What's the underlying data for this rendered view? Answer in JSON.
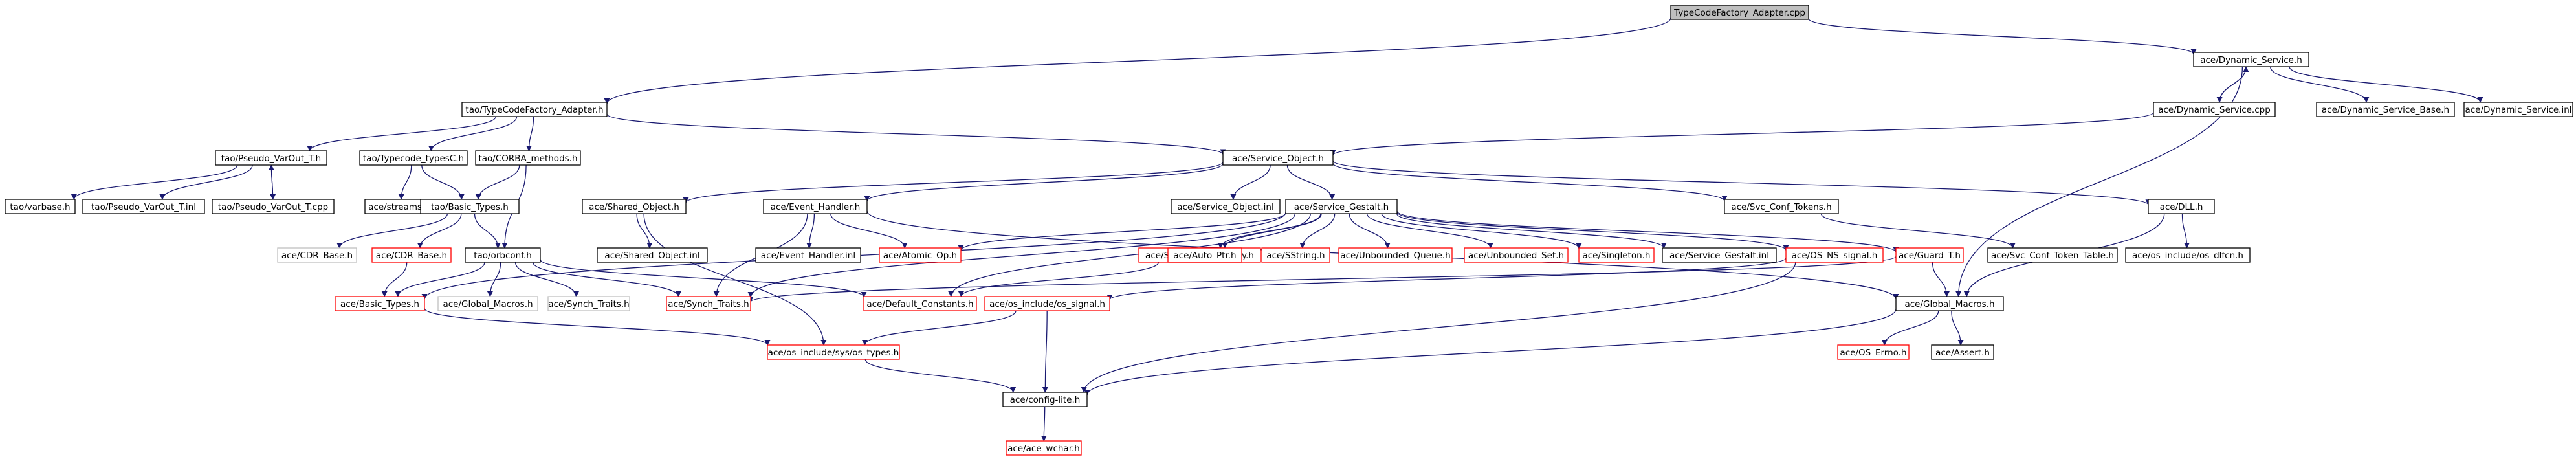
{
  "colors": {
    "edge": "#191970",
    "root_fill": "#bfbfbf",
    "normal_border": "#000000",
    "truncated_border": "#ff0000",
    "leaf_border": "#bfbfbf",
    "box_fill": "#ffffff",
    "text": "#000000"
  },
  "nodes": [
    {
      "id": "n0",
      "label": "TypeCodeFactory_Adapter.cpp",
      "style": "root"
    },
    {
      "id": "n1",
      "label": "tao/TypeCodeFactory_Adapter.h",
      "style": "normal"
    },
    {
      "id": "n2",
      "label": "ace/Dynamic_Service.h",
      "style": "normal"
    },
    {
      "id": "n3",
      "label": "tao/Pseudo_VarOut_T.h",
      "style": "normal"
    },
    {
      "id": "n4",
      "label": "tao/Typecode_typesC.h",
      "style": "normal"
    },
    {
      "id": "n5",
      "label": "tao/CORBA_methods.h",
      "style": "normal"
    },
    {
      "id": "n6",
      "label": "ace/Service_Object.h",
      "style": "normal"
    },
    {
      "id": "n7",
      "label": "ace/Dynamic_Service.cpp",
      "style": "normal"
    },
    {
      "id": "n8",
      "label": "ace/Dynamic_Service_Base.h",
      "style": "normal"
    },
    {
      "id": "n9",
      "label": "ace/Dynamic_Service.inl",
      "style": "normal"
    },
    {
      "id": "n10",
      "label": "tao/varbase.h",
      "style": "normal"
    },
    {
      "id": "n11",
      "label": "tao/Pseudo_VarOut_T.inl",
      "style": "normal"
    },
    {
      "id": "n12",
      "label": "tao/Pseudo_VarOut_T.cpp",
      "style": "normal"
    },
    {
      "id": "n13",
      "label": "ace/streams.h",
      "style": "normal"
    },
    {
      "id": "n14",
      "label": "tao/Basic_Types.h",
      "style": "normal"
    },
    {
      "id": "n15",
      "label": "tao/orbconf.h",
      "style": "normal"
    },
    {
      "id": "n16",
      "label": "ace/Shared_Object.h",
      "style": "normal"
    },
    {
      "id": "n17",
      "label": "ace/Event_Handler.h",
      "style": "normal"
    },
    {
      "id": "n18",
      "label": "ace/Service_Object.inl",
      "style": "normal"
    },
    {
      "id": "n19",
      "label": "ace/Service_Gestalt.h",
      "style": "normal"
    },
    {
      "id": "n20",
      "label": "ace/Svc_Conf_Tokens.h",
      "style": "normal"
    },
    {
      "id": "n21",
      "label": "ace/DLL.h",
      "style": "normal"
    },
    {
      "id": "n22",
      "label": "ace/CDR_Base.h",
      "style": "leaf"
    },
    {
      "id": "n23",
      "label": "ace/CDR_Base.h",
      "style": "truncated"
    },
    {
      "id": "n24",
      "label": "ace/Shared_Object.inl",
      "style": "normal"
    },
    {
      "id": "n25",
      "label": "ace/Event_Handler.inl",
      "style": "normal"
    },
    {
      "id": "n26",
      "label": "ace/Atomic_Op.h",
      "style": "truncated"
    },
    {
      "id": "n27",
      "label": "ace/Service_Repository.h",
      "style": "truncated"
    },
    {
      "id": "n28",
      "label": "ace/Auto_Ptr.h",
      "style": "truncated"
    },
    {
      "id": "n29",
      "label": "ace/SString.h",
      "style": "truncated"
    },
    {
      "id": "n30",
      "label": "ace/Unbounded_Queue.h",
      "style": "truncated"
    },
    {
      "id": "n31",
      "label": "ace/Unbounded_Set.h",
      "style": "truncated"
    },
    {
      "id": "n32",
      "label": "ace/Singleton.h",
      "style": "truncated"
    },
    {
      "id": "n33",
      "label": "ace/Service_Gestalt.inl",
      "style": "normal"
    },
    {
      "id": "n34",
      "label": "ace/OS_NS_signal.h",
      "style": "truncated"
    },
    {
      "id": "n35",
      "label": "ace/Guard_T.h",
      "style": "truncated"
    },
    {
      "id": "n36",
      "label": "ace/Svc_Conf_Token_Table.h",
      "style": "normal"
    },
    {
      "id": "n37",
      "label": "ace/os_include/os_dlfcn.h",
      "style": "normal"
    },
    {
      "id": "n38",
      "label": "ace/Basic_Types.h",
      "style": "truncated"
    },
    {
      "id": "n39",
      "label": "ace/Global_Macros.h",
      "style": "leaf"
    },
    {
      "id": "n40",
      "label": "ace/Synch_Traits.h",
      "style": "leaf"
    },
    {
      "id": "n41",
      "label": "ace/Synch_Traits.h",
      "style": "truncated"
    },
    {
      "id": "n42",
      "label": "ace/Default_Constants.h",
      "style": "truncated"
    },
    {
      "id": "n43",
      "label": "ace/os_include/os_signal.h",
      "style": "truncated"
    },
    {
      "id": "n44",
      "label": "ace/Global_Macros.h",
      "style": "normal"
    },
    {
      "id": "n45",
      "label": "ace/os_include/sys/os_types.h",
      "style": "truncated"
    },
    {
      "id": "n46",
      "label": "ace/OS_Errno.h",
      "style": "truncated"
    },
    {
      "id": "n47",
      "label": "ace/Assert.h",
      "style": "normal"
    },
    {
      "id": "n48",
      "label": "ace/config-lite.h",
      "style": "normal"
    },
    {
      "id": "n49",
      "label": "ace/ace_wchar.h",
      "style": "truncated"
    }
  ],
  "edges": [
    {
      "from": "n0",
      "to": "n1"
    },
    {
      "from": "n0",
      "to": "n2"
    },
    {
      "from": "n1",
      "to": "n3"
    },
    {
      "from": "n1",
      "to": "n4"
    },
    {
      "from": "n1",
      "to": "n5"
    },
    {
      "from": "n1",
      "to": "n6"
    },
    {
      "from": "n2",
      "to": "n7"
    },
    {
      "from": "n2",
      "to": "n8"
    },
    {
      "from": "n2",
      "to": "n9"
    },
    {
      "from": "n2",
      "to": "n44"
    },
    {
      "from": "n7",
      "to": "n2"
    },
    {
      "from": "n7",
      "to": "n6"
    },
    {
      "from": "n3",
      "to": "n10"
    },
    {
      "from": "n3",
      "to": "n11"
    },
    {
      "from": "n3",
      "to": "n12"
    },
    {
      "from": "n12",
      "to": "n3"
    },
    {
      "from": "n4",
      "to": "n13"
    },
    {
      "from": "n4",
      "to": "n14"
    },
    {
      "from": "n5",
      "to": "n14"
    },
    {
      "from": "n5",
      "to": "n15"
    },
    {
      "from": "n14",
      "to": "n22"
    },
    {
      "from": "n14",
      "to": "n23"
    },
    {
      "from": "n14",
      "to": "n15"
    },
    {
      "from": "n15",
      "to": "n38"
    },
    {
      "from": "n15",
      "to": "n39"
    },
    {
      "from": "n15",
      "to": "n40"
    },
    {
      "from": "n15",
      "to": "n41"
    },
    {
      "from": "n15",
      "to": "n42"
    },
    {
      "from": "n23",
      "to": "n38"
    },
    {
      "from": "n6",
      "to": "n16"
    },
    {
      "from": "n6",
      "to": "n17"
    },
    {
      "from": "n6",
      "to": "n18"
    },
    {
      "from": "n6",
      "to": "n19"
    },
    {
      "from": "n6",
      "to": "n20"
    },
    {
      "from": "n6",
      "to": "n21"
    },
    {
      "from": "n16",
      "to": "n24"
    },
    {
      "from": "n16",
      "to": "n45"
    },
    {
      "from": "n17",
      "to": "n25"
    },
    {
      "from": "n17",
      "to": "n26"
    },
    {
      "from": "n17",
      "to": "n41"
    },
    {
      "from": "n17",
      "to": "n44"
    },
    {
      "from": "n19",
      "to": "n26"
    },
    {
      "from": "n19",
      "to": "n27"
    },
    {
      "from": "n19",
      "to": "n28"
    },
    {
      "from": "n19",
      "to": "n29"
    },
    {
      "from": "n19",
      "to": "n30"
    },
    {
      "from": "n19",
      "to": "n31"
    },
    {
      "from": "n19",
      "to": "n32"
    },
    {
      "from": "n19",
      "to": "n33"
    },
    {
      "from": "n19",
      "to": "n34"
    },
    {
      "from": "n19",
      "to": "n35"
    },
    {
      "from": "n19",
      "to": "n38"
    },
    {
      "from": "n19",
      "to": "n41"
    },
    {
      "from": "n19",
      "to": "n42"
    },
    {
      "from": "n27",
      "to": "n42"
    },
    {
      "from": "n20",
      "to": "n36"
    },
    {
      "from": "n21",
      "to": "n37"
    },
    {
      "from": "n21",
      "to": "n44"
    },
    {
      "from": "n34",
      "to": "n43"
    },
    {
      "from": "n34",
      "to": "n48"
    },
    {
      "from": "n35",
      "to": "n44"
    },
    {
      "from": "n35",
      "to": "n41"
    },
    {
      "from": "n38",
      "to": "n45"
    },
    {
      "from": "n43",
      "to": "n45"
    },
    {
      "from": "n43",
      "to": "n48"
    },
    {
      "from": "n44",
      "to": "n46"
    },
    {
      "from": "n44",
      "to": "n47"
    },
    {
      "from": "n44",
      "to": "n48"
    },
    {
      "from": "n45",
      "to": "n48"
    },
    {
      "from": "n48",
      "to": "n49"
    }
  ]
}
